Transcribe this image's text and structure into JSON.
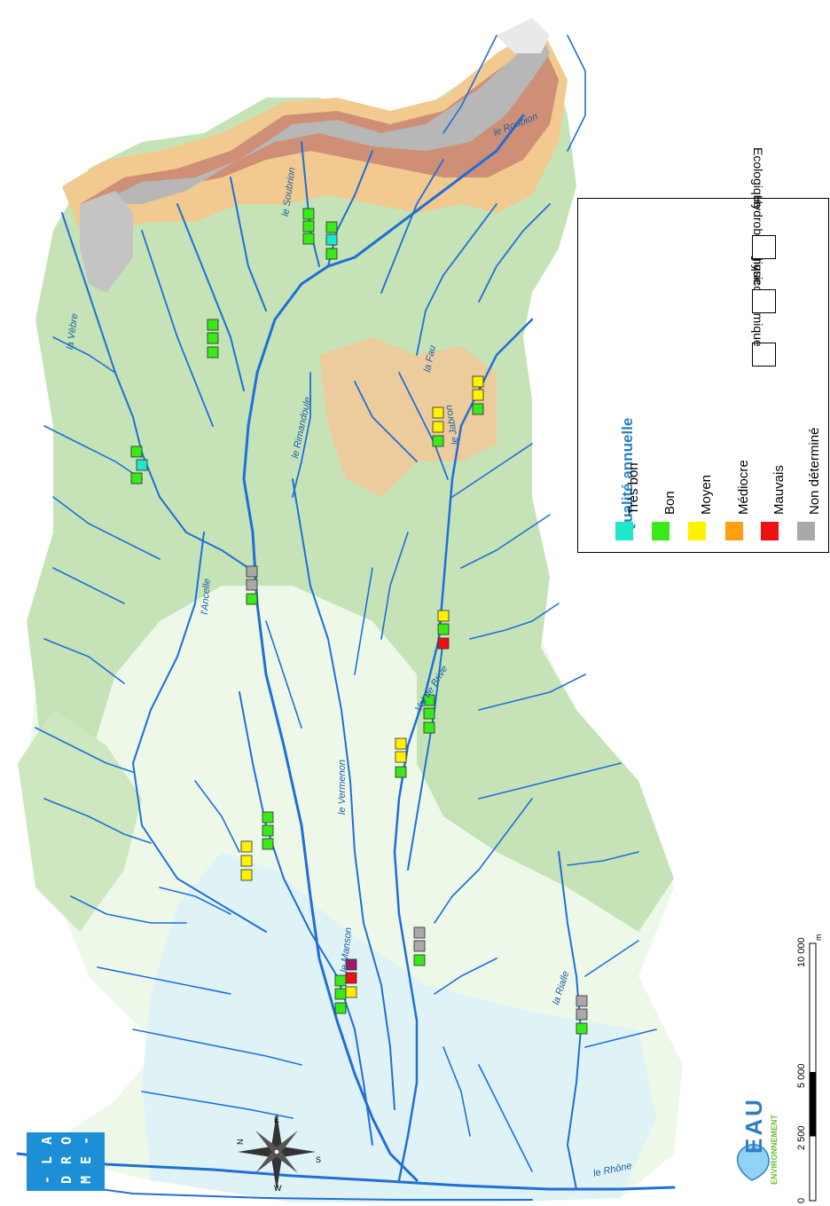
{
  "legend": {
    "title": "Qualité annuelle",
    "classes": [
      {
        "label": "Très bon",
        "color": "#1ee8c8"
      },
      {
        "label": "Bon",
        "color": "#39e91a"
      },
      {
        "label": "Moyen",
        "color": "#fff200"
      },
      {
        "label": "Médiocre",
        "color": "#ffa014"
      },
      {
        "label": "Mauvais",
        "color": "#ee1111"
      },
      {
        "label": "Non déterminé",
        "color": "#a9a9a9"
      }
    ],
    "indicators": [
      "Physico-chimique",
      "Hydrobiologique",
      "Ecologique"
    ]
  },
  "rivers": {
    "vebre": "la Vèbre",
    "soubrion": "le Soubrion",
    "roubion": "le Roubion",
    "rimandoule": "le Rimandoule",
    "fau": "la Fau",
    "jabron": "le Jabron",
    "ancelle": "l'Ancelle",
    "brive": "Val de Brive",
    "vermenon": "le Vermenon",
    "manson": "le Manson",
    "rialle": "la Rialle",
    "rhone": "le Rhône"
  },
  "logo": {
    "line1": "- L A",
    "line2": "D R O",
    "line3": "M E -"
  },
  "brand": {
    "title": "EAU",
    "subtitle": "ENVIRONNEMENT"
  },
  "compass": {
    "n": "N",
    "e": "E",
    "s": "S",
    "w": "W"
  },
  "scale": {
    "t0": "0",
    "t1": "2 500",
    "t2": "5 000",
    "t3": "10 000",
    "unit": "m"
  }
}
